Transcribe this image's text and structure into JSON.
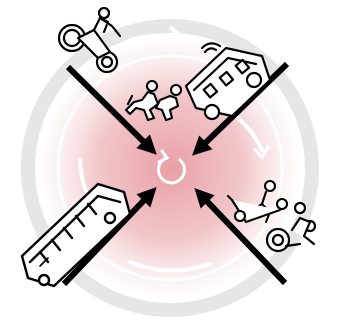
{
  "colors": {
    "background": "#ffffff",
    "outer_ring": "#e6e6e6",
    "inner_glow": "#e79aa0",
    "stroke": "#000000",
    "icon_fill": "#ffffff"
  },
  "modes": [
    {
      "id": "cargo-bike",
      "icon": "cargo-bike-icon"
    },
    {
      "id": "pedestrians",
      "icon": "pedestrians-icon"
    },
    {
      "id": "shuttle-van",
      "icon": "shuttle-van-icon"
    },
    {
      "id": "e-scooter",
      "icon": "e-scooter-icon"
    },
    {
      "id": "wheelchair",
      "icon": "wheelchair-icon"
    },
    {
      "id": "bus",
      "icon": "bus-icon"
    }
  ],
  "hub": {
    "icon": "cycle-icon"
  }
}
